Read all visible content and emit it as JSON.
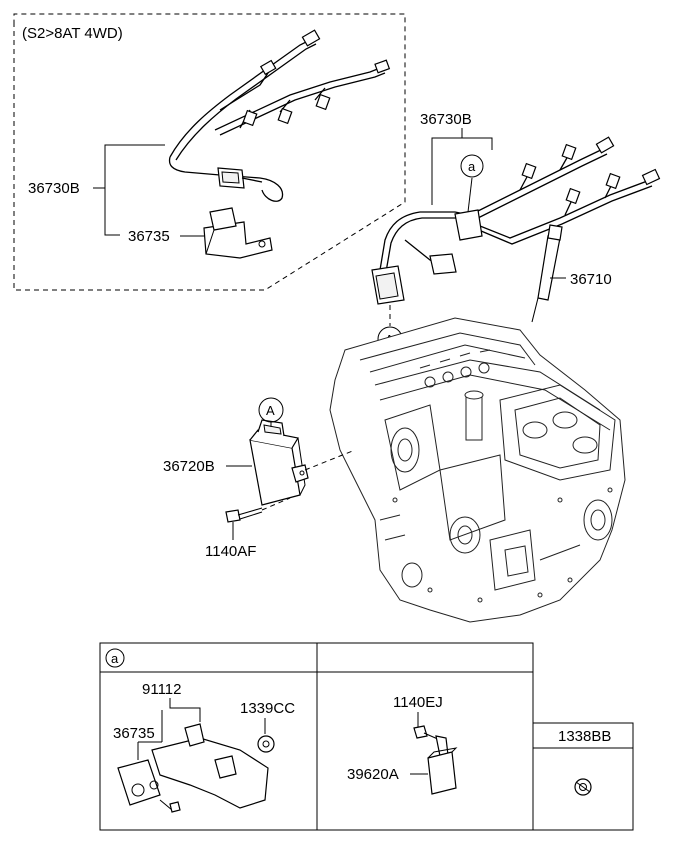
{
  "variant_note": "(S2>8AT 4WD)",
  "labels": {
    "harness_variant": "36730B",
    "bracket_variant": "36735",
    "harness_main": "36730B",
    "glow_plug": "36710",
    "controller": "36720B",
    "bolt": "1140AF"
  },
  "callouts": {
    "A_top": "A",
    "A_bottom": "A",
    "a_top": "a",
    "a_table": "a"
  },
  "table": {
    "left_parts": {
      "p1": "91112",
      "p2": "36735",
      "p3": "1339CC"
    },
    "mid_parts": {
      "p1": "1140EJ",
      "p2": "39620A"
    },
    "right_header": "1338BB"
  }
}
